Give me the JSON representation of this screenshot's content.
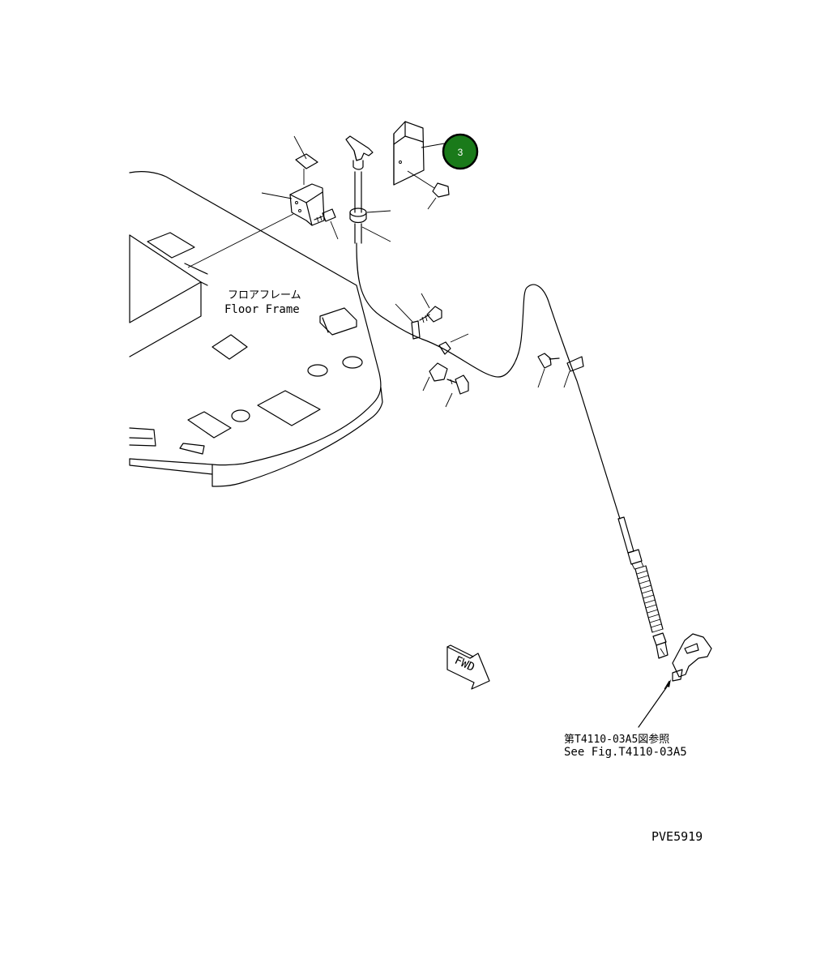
{
  "labels": {
    "floor_frame_jp": "フロアフレーム",
    "floor_frame_en": "Floor Frame",
    "see_fig_jp": "第T4110-03A5図参照",
    "see_fig_en": "See Fig.T4110-03A5",
    "fwd": "FWD",
    "drawing_no": "PVE5919"
  },
  "callouts": [
    {
      "number": "3",
      "color": "#1a7a1a"
    }
  ]
}
